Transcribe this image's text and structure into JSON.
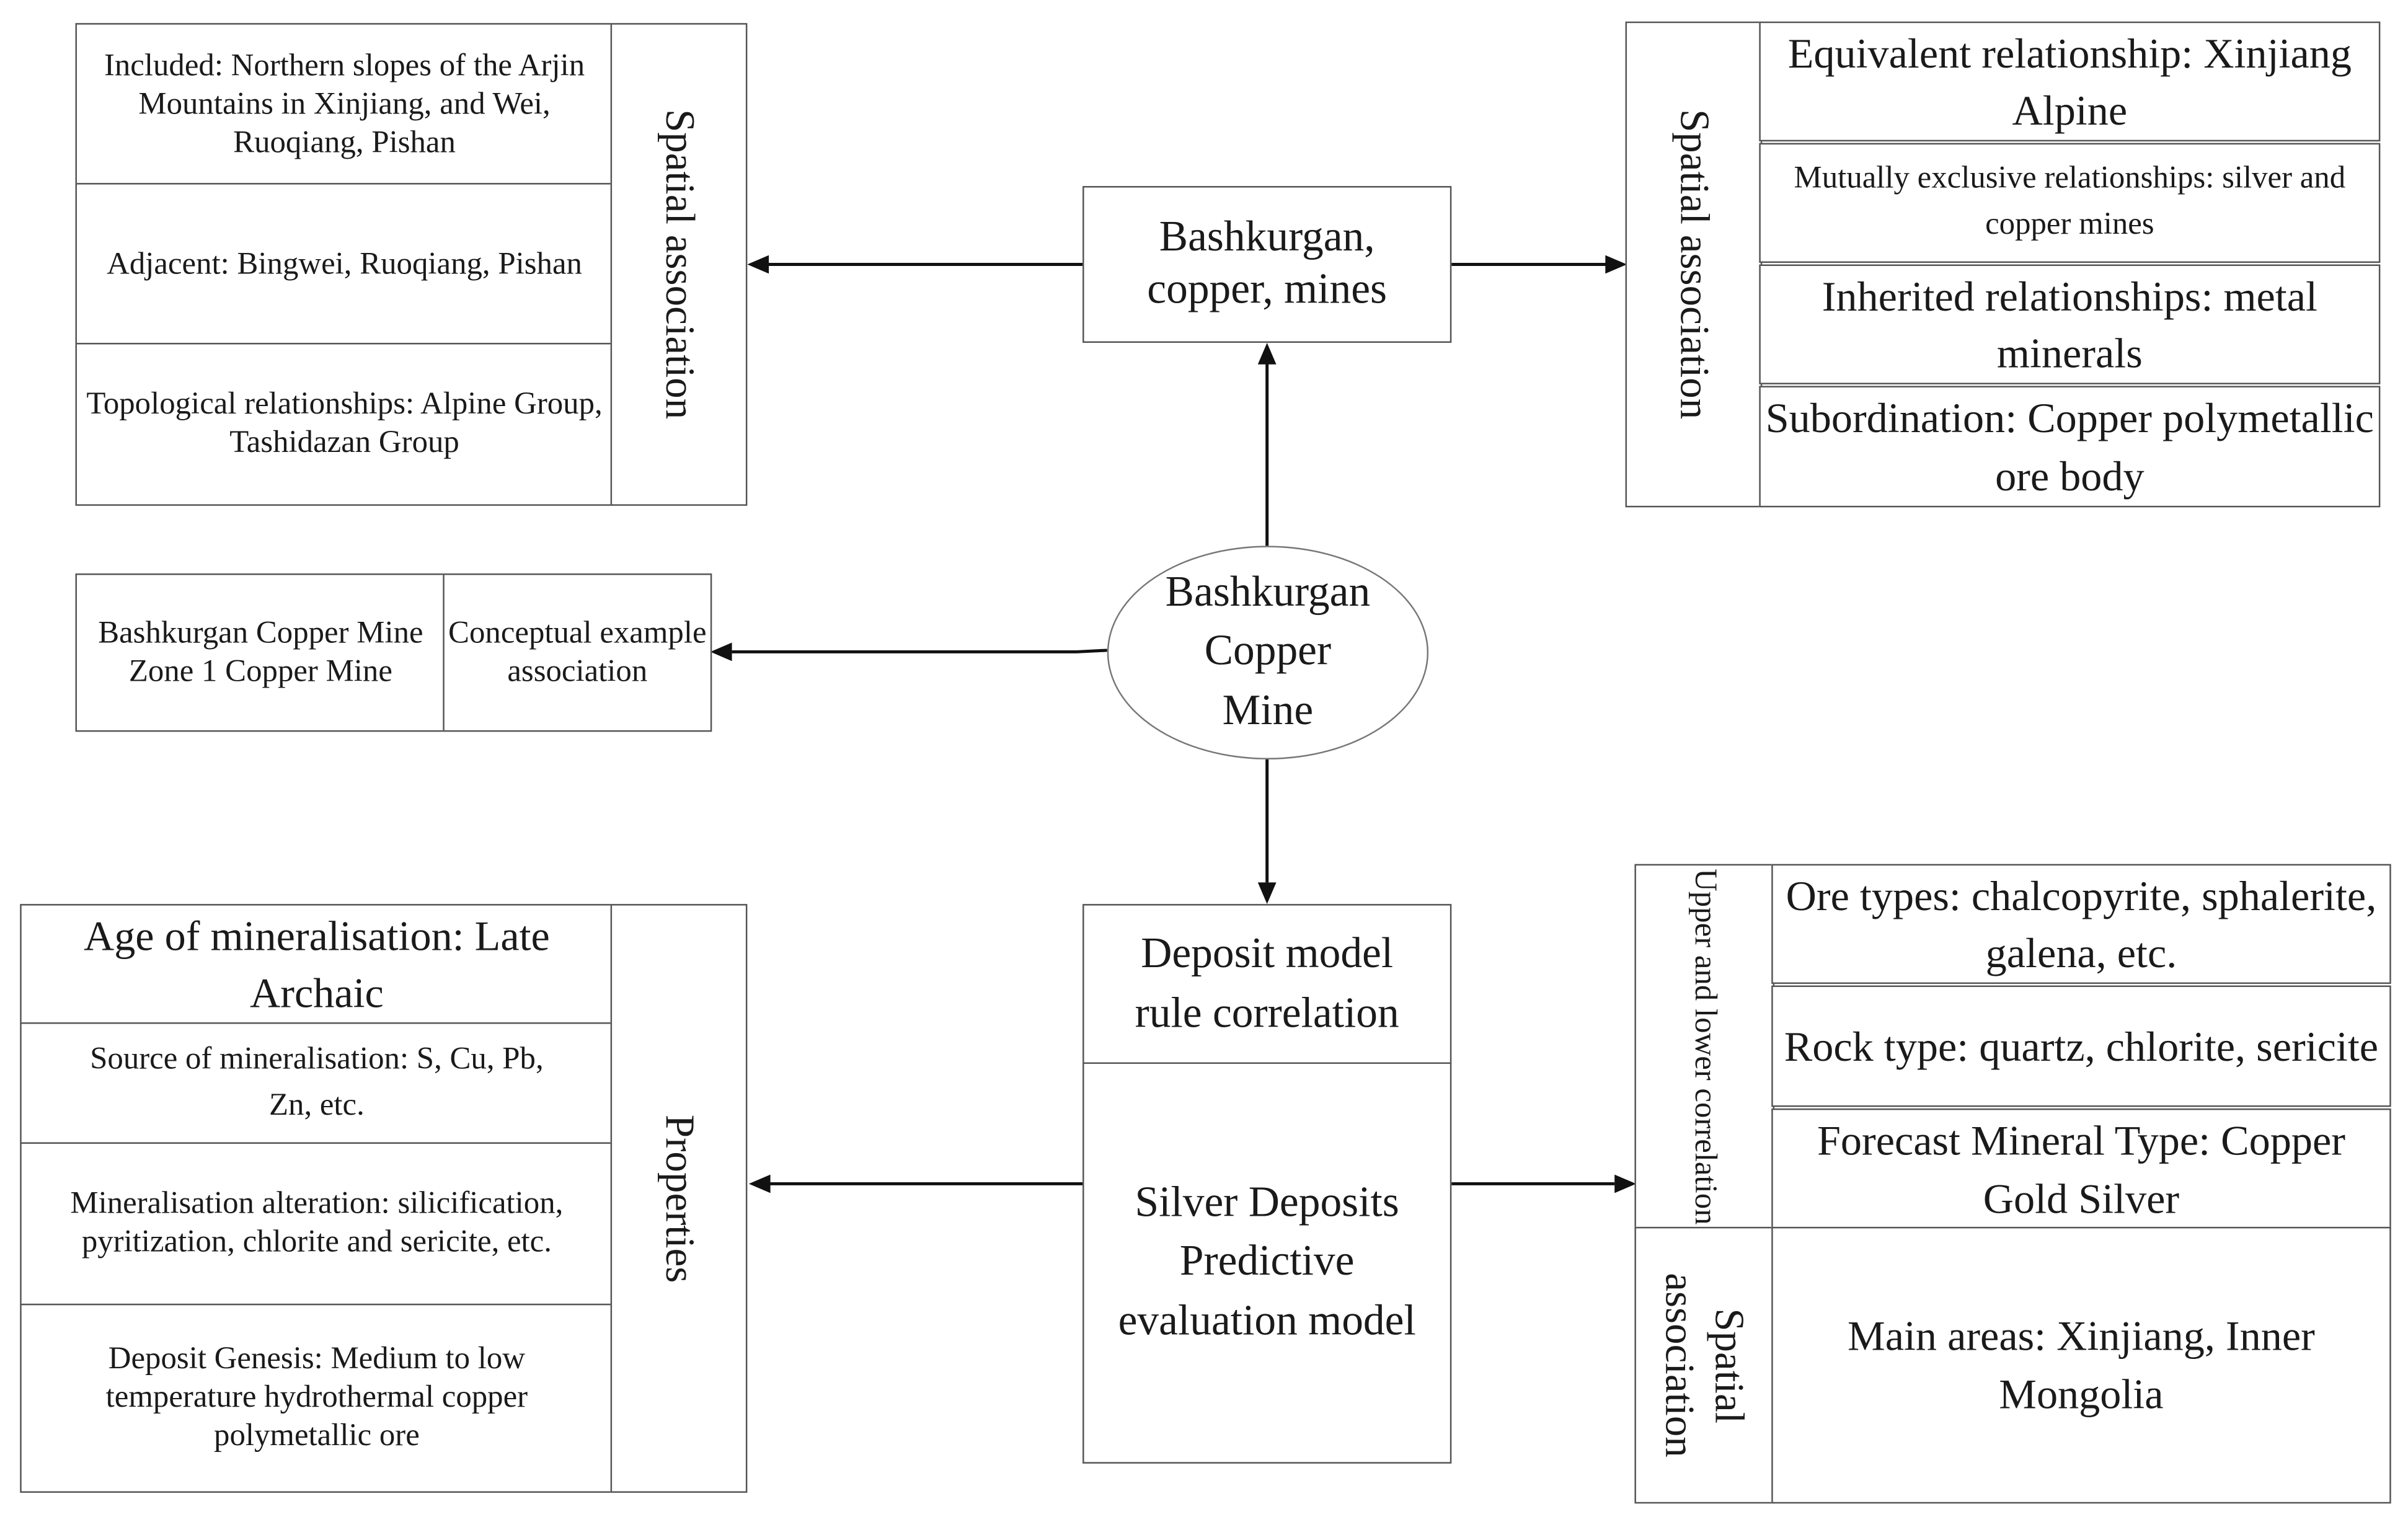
{
  "center": {
    "text": "Bashkurgan Copper Mine"
  },
  "top_center": {
    "text": "Bashkurgan, copper, mines"
  },
  "top_left": {
    "label": "Spatial association",
    "items": [
      "Included: Northern slopes of the Arjin Mountains in Xinjiang, and Wei, Ruoqiang, Pishan",
      "Adjacent: Bingwei, Ruoqiang, Pishan",
      "Topological relationships: Alpine Group, Tashidazan Group"
    ]
  },
  "top_right": {
    "label": "Spatial association",
    "items": [
      "Equivalent relationship: Xinjiang Alpine",
      "Mutually exclusive relationships: silver and copper mines",
      "Inherited relationships: metal minerals",
      "Subordination: Copper polymetallic ore body"
    ]
  },
  "mid_left": {
    "example": "Bashkurgan Copper Mine Zone 1 Copper Mine",
    "label": "Conceptual example association"
  },
  "bottom_center": {
    "title": "Deposit model rule correlation",
    "body": "Silver Deposits Predictive evaluation model"
  },
  "bottom_left": {
    "label": "Properties",
    "items": [
      "Age of mineralisation: Late Archaic",
      "Source of mineralisation: S, Cu, Pb, Zn, etc.",
      "Mineralisation alteration: silicification, pyritization, chlorite and sericite, etc.",
      "Deposit Genesis: Medium to low temperature hydrothermal copper polymetallic ore"
    ]
  },
  "bottom_right": {
    "label_upper": "Upper and lower correlation",
    "items_upper": [
      "Ore types: chalcopyrite, sphalerite, galena, etc.",
      "Rock type: quartz, chlorite, sericite",
      "Forecast Mineral Type: Copper Gold Silver"
    ],
    "label_lower": "Spatial association",
    "item_lower": "Main areas: Xinjiang, Inner Mongolia"
  }
}
